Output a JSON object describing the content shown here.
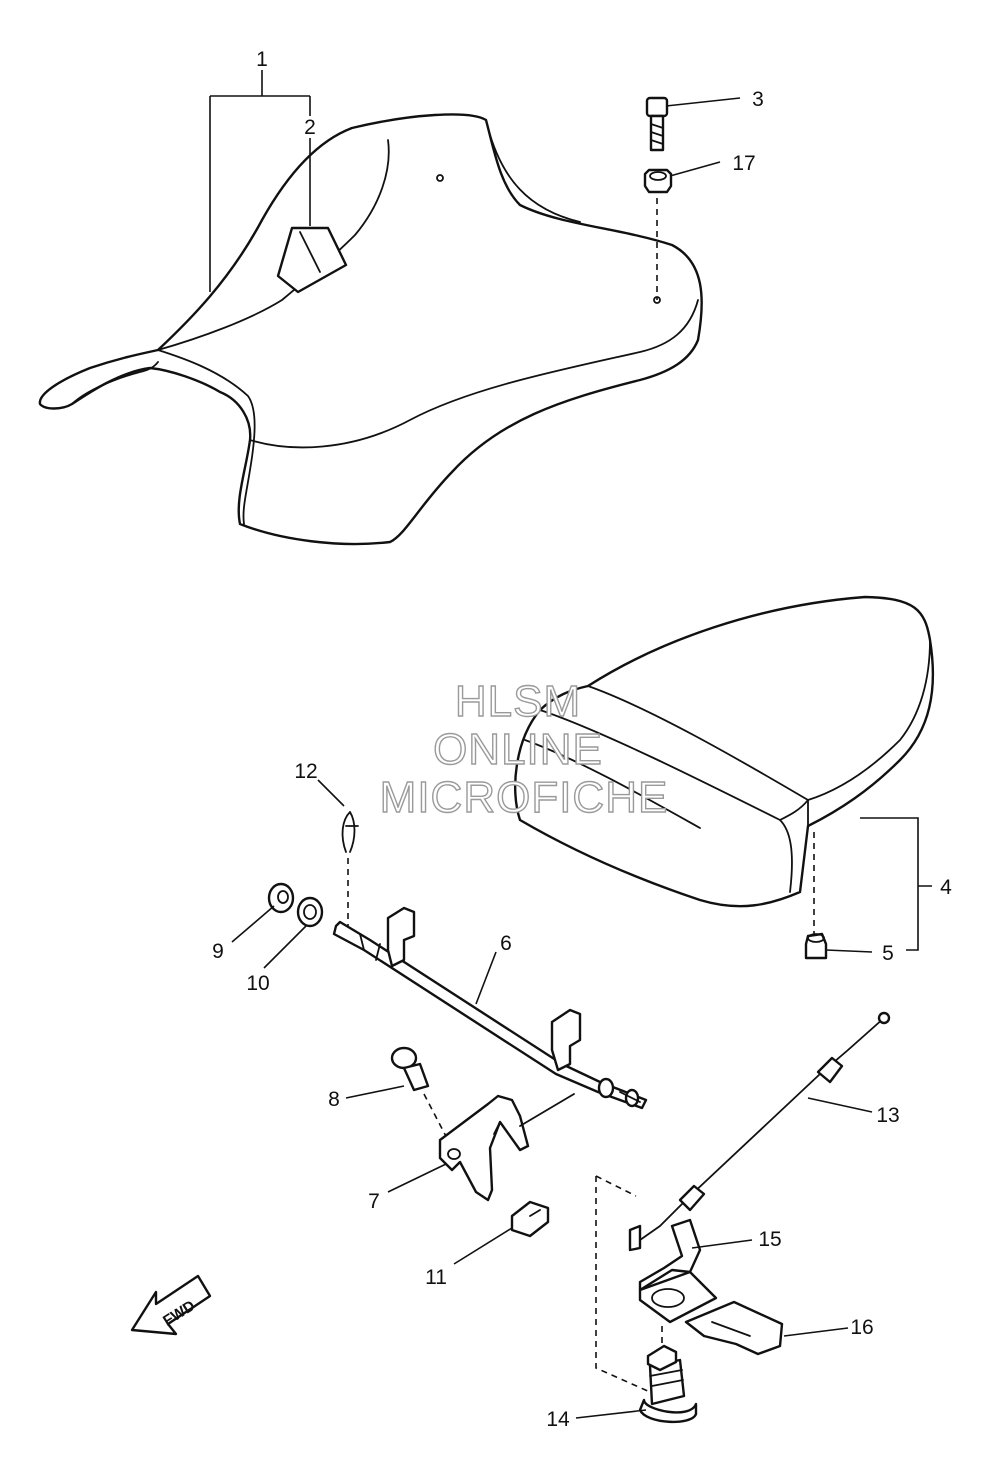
{
  "diagram": {
    "callouts": {
      "c1": "1",
      "c2": "2",
      "c3": "3",
      "c4": "4",
      "c5": "5",
      "c6": "6",
      "c7": "7",
      "c8": "8",
      "c9": "9",
      "c10": "10",
      "c11": "11",
      "c12": "12",
      "c13": "13",
      "c14": "14",
      "c15": "15",
      "c16": "16",
      "c17": "17"
    },
    "watermark": {
      "line1": "HLSM",
      "line2": "ONLINE",
      "line3": "MICROFICHE"
    },
    "direction_arrow": {
      "label": "FWD"
    }
  }
}
